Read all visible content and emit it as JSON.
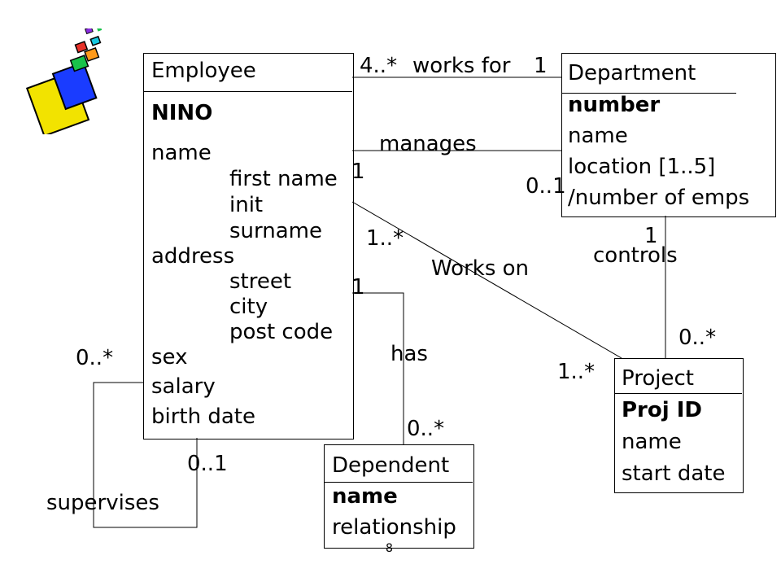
{
  "employee": {
    "title": "Employee",
    "key": "NINO",
    "attrs": [
      "name",
      "first name",
      "init",
      "surname",
      "address",
      "street",
      "city",
      "post code",
      "sex",
      "salary",
      "birth date"
    ]
  },
  "department": {
    "title": "Department",
    "key": "number",
    "attrs": [
      "name",
      "location [1..5]",
      "/number of emps"
    ]
  },
  "project": {
    "title": "Project",
    "key": "Proj ID",
    "attrs": [
      "name",
      "start date"
    ]
  },
  "dependent": {
    "title": "Dependent",
    "key": "name",
    "attrs": [
      "relationship"
    ]
  },
  "associations": {
    "works_for": {
      "label": "works for",
      "emp_mult": "4..*",
      "dept_mult": "1"
    },
    "manages": {
      "label": "manages",
      "emp_mult": "1",
      "dept_mult": "0..1"
    },
    "works_on": {
      "label": "Works on",
      "emp_mult": "1..*",
      "proj_mult": "1..*"
    },
    "controls": {
      "label": "controls",
      "dept_mult": "1",
      "proj_mult": "0..*"
    },
    "has": {
      "label": "has",
      "emp_mult": "1",
      "dep_mult": "0..*"
    },
    "supervises": {
      "label": "supervises",
      "sup_mult": "0..*",
      "sub_mult": "0..1"
    }
  },
  "page_number": "8",
  "colors": {
    "line": "#000000",
    "yellow": "#f2e300",
    "blue": "#1a3cff",
    "green": "#19c24a",
    "red": "#e8322a",
    "orange": "#ff9a1a",
    "cyan": "#17c8e0",
    "purple": "#8a2be2"
  }
}
